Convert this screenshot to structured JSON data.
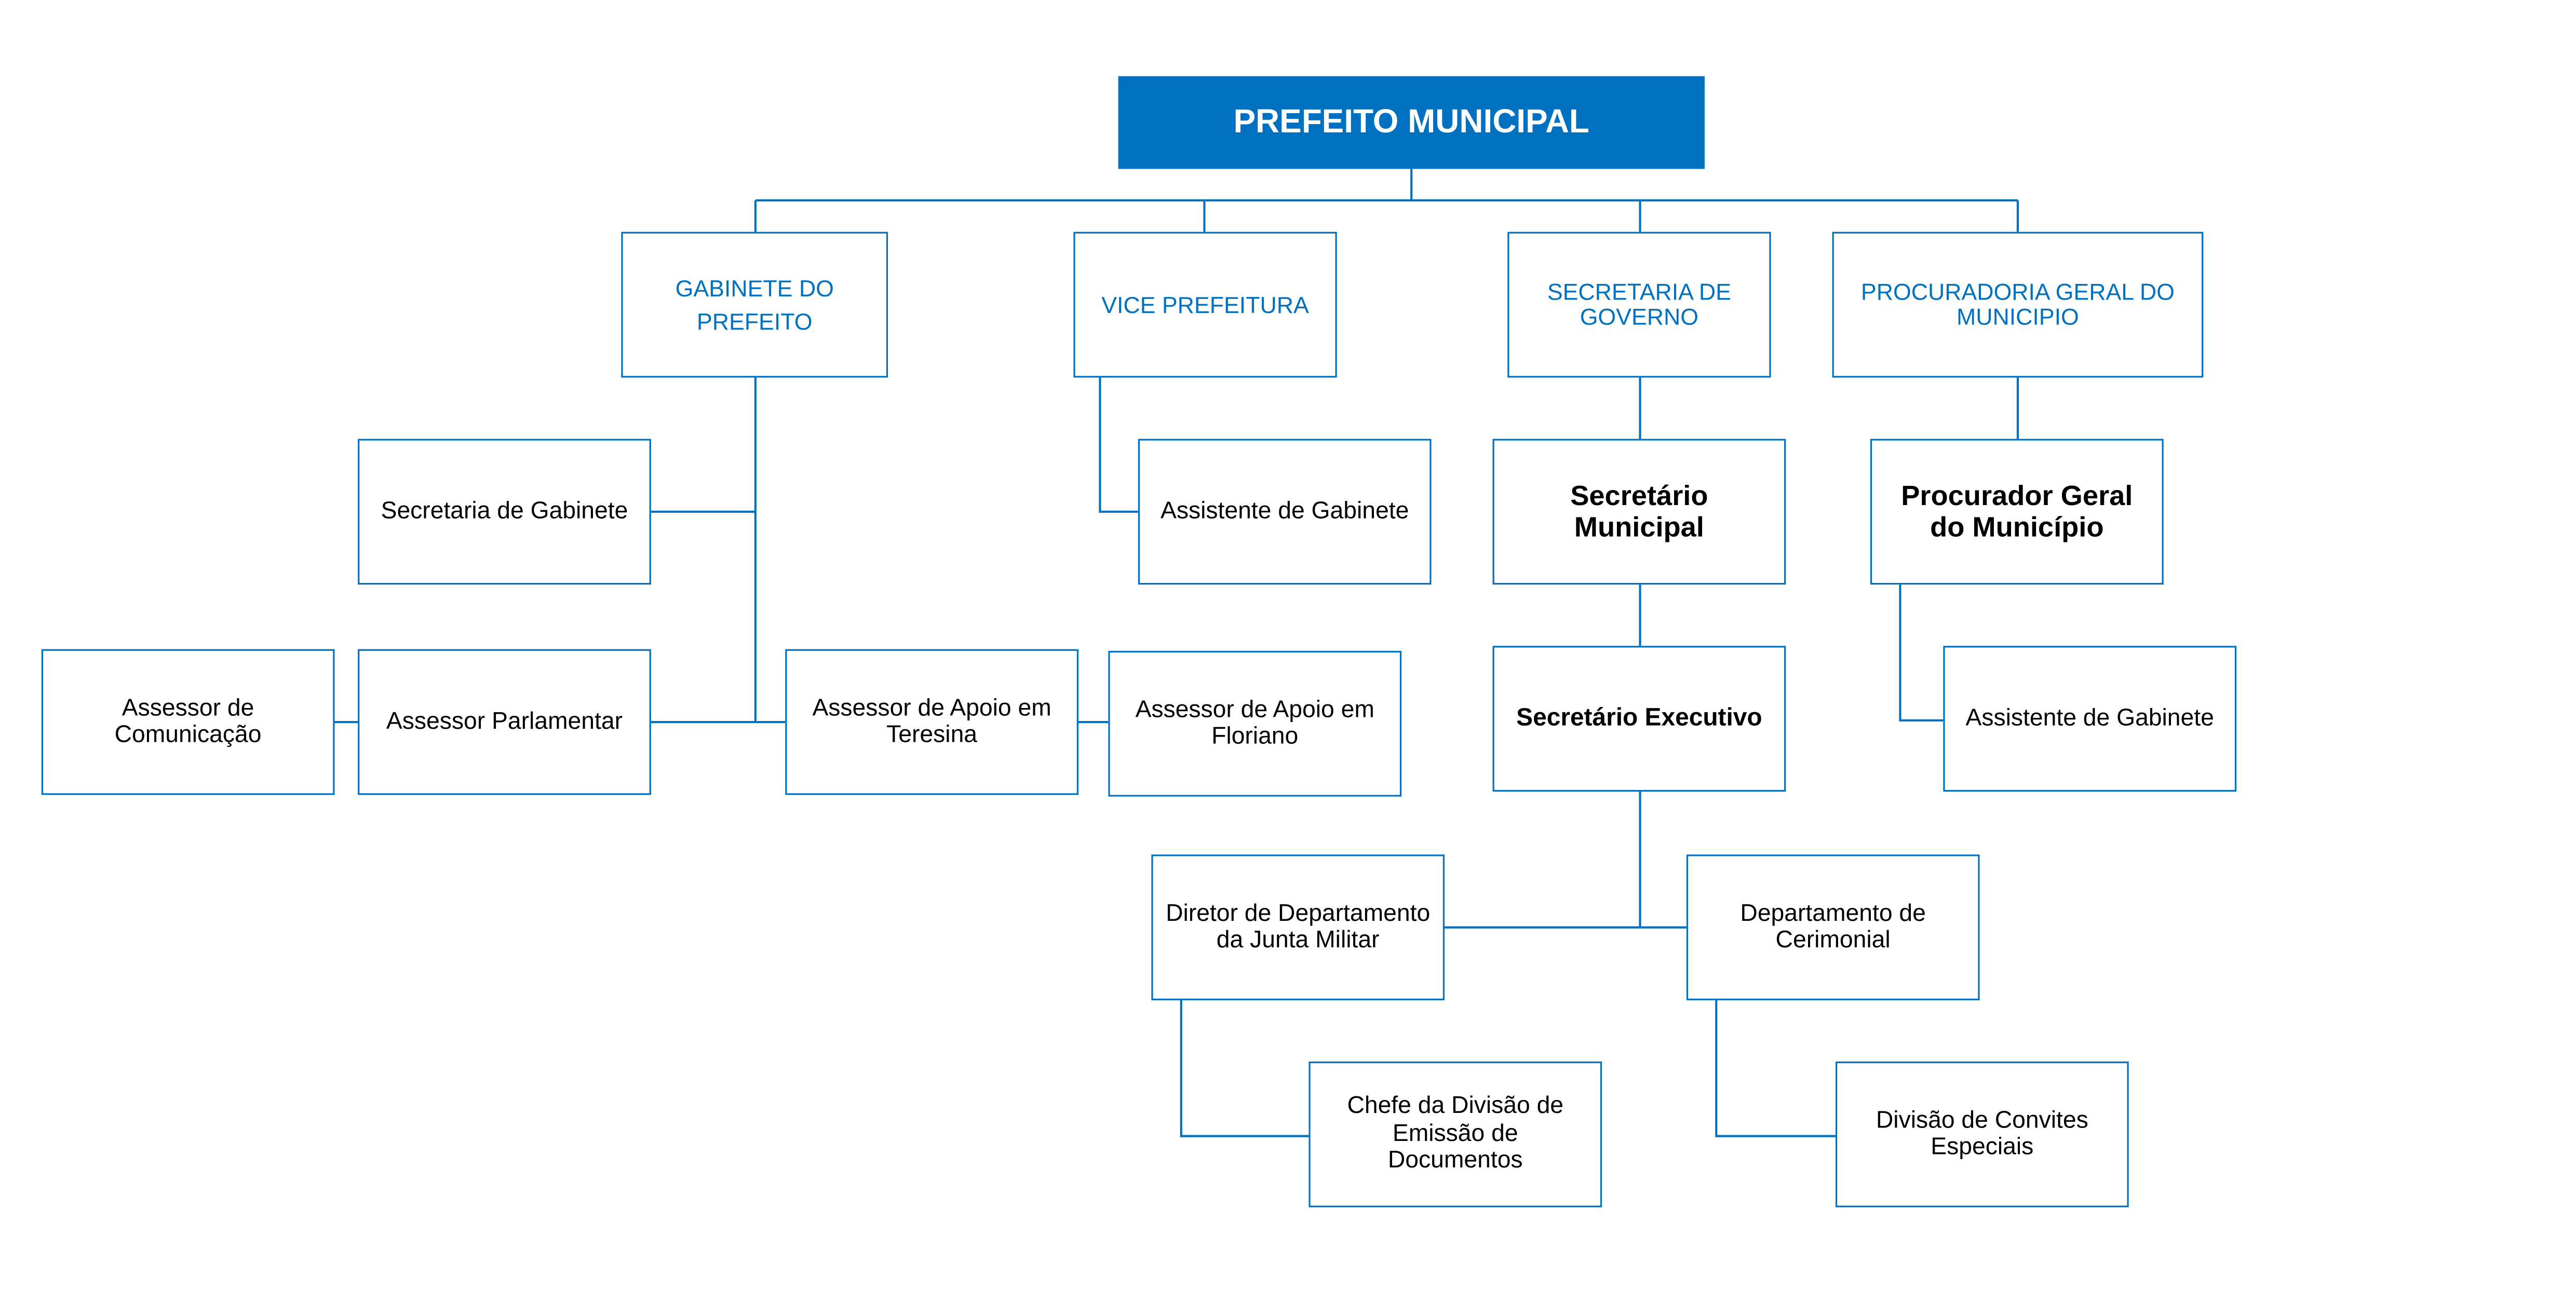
{
  "title": "PREFEITO MUNICIPAL",
  "colors": {
    "primary": "#0070C0",
    "text": "#000000"
  },
  "level1": {
    "gabinete": "GABINETE DO\nPREFEITO",
    "vice": "VICE PREFEITURA",
    "secretaria_governo": "SECRETARIA DE\nGOVERNO",
    "procuradoria": "PROCURADORIA GERAL DO\nMUNICIPIO"
  },
  "gabinete_units": {
    "secretaria_gabinete": "Secretaria de Gabinete",
    "assessor_comunicacao": "Assessor de\nComunicação",
    "assessor_parlamentar": "Assessor Parlamentar",
    "apoio_teresina": "Assessor de Apoio em\nTeresina",
    "apoio_floriano": "Assessor de Apoio em\nFloriano"
  },
  "vice_units": {
    "assistente_gabinete": "Assistente de Gabinete"
  },
  "governo_units": {
    "secretario_municipal": "Secretário\nMunicipal",
    "secretario_executivo": "Secretário Executivo",
    "diretor_junta": "Diretor de Departamento\nda Junta Militar",
    "cerimonial": "Departamento de\nCerimonial",
    "chefe_divisao": "Chefe da Divisão de\nEmissão de\nDocumentos",
    "convites": "Divisão de Convites\nEspeciais"
  },
  "procuradoria_units": {
    "procurador_geral": "Procurador Geral\ndo Município",
    "assistente_gabinete": "Assistente de Gabinete"
  }
}
